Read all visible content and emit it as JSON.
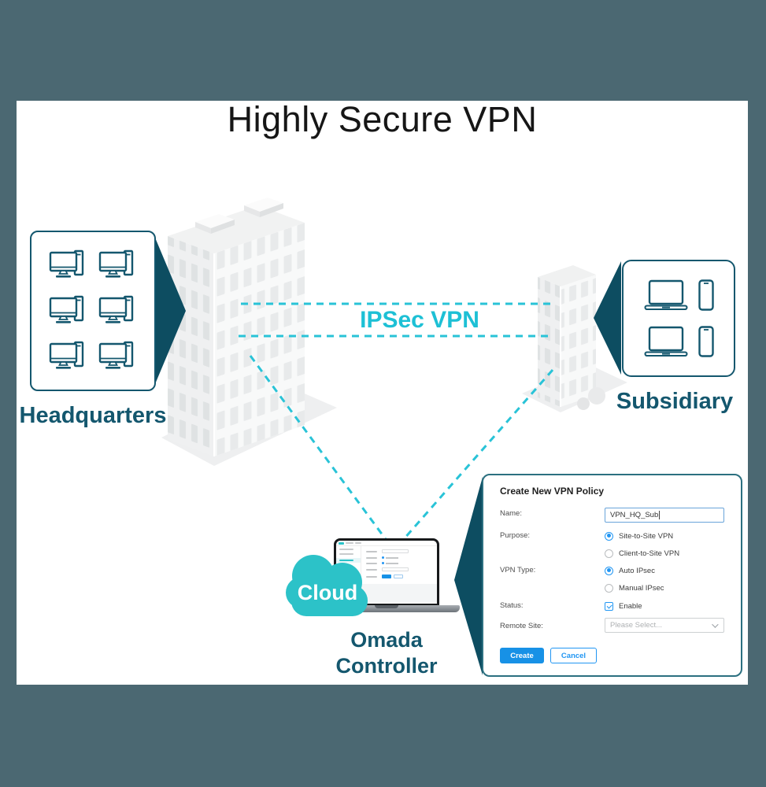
{
  "title": "Highly Secure VPN",
  "colors": {
    "background_frame": "#4b6872",
    "teal_dark_arrow": "#0d4d61",
    "teal_text": "#14576e",
    "cyan_line": "#29c3d7",
    "cyan_text": "#1dc0d5",
    "cloud_teal": "#2cc2c8",
    "form_blue": "#2196f3",
    "create_button_blue": "#1791e6"
  },
  "headquarters": {
    "label": "Headquarters",
    "monitor_count": 6
  },
  "subsidiary": {
    "label": "Subsidiary"
  },
  "connection": {
    "label": "IPSec VPN"
  },
  "cloud_label": "Cloud",
  "controller": {
    "line1": "Omada",
    "line2": "Controller"
  },
  "dialog": {
    "title": "Create New VPN Policy",
    "name_label": "Name:",
    "name_value": "VPN_HQ_Sub",
    "purpose_label": "Purpose:",
    "purpose_options": [
      {
        "label": "Site-to-Site VPN",
        "selected": true
      },
      {
        "label": "Client-to-Site VPN",
        "selected": false
      }
    ],
    "vpn_type_label": "VPN Type:",
    "vpn_type_options": [
      {
        "label": "Auto IPsec",
        "selected": true
      },
      {
        "label": "Manual IPsec",
        "selected": false
      }
    ],
    "status_label": "Status:",
    "status_checkbox_label": "Enable",
    "status_checked": true,
    "remote_site_label": "Remote Site:",
    "remote_site_placeholder": "Please Select...",
    "create_button": "Create",
    "cancel_button": "Cancel"
  }
}
